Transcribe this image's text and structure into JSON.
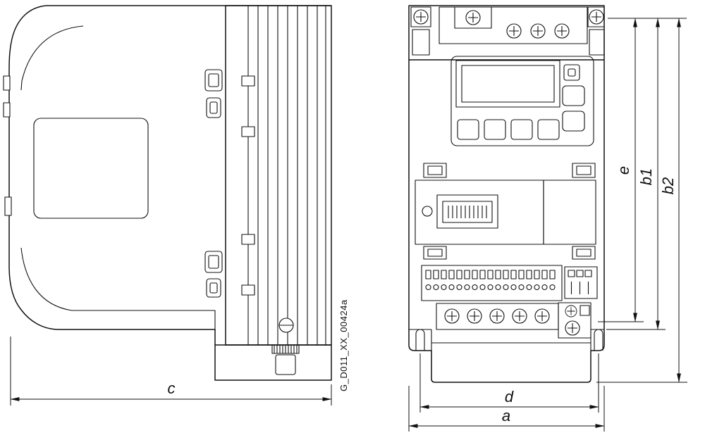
{
  "meta": {
    "background": "#ffffff",
    "ink": "#111111"
  },
  "drawing": {
    "code": "G_D011_XX_00424a",
    "dimensions": {
      "c": "c",
      "a": "a",
      "d": "d",
      "e": "e",
      "b1": "b1",
      "b2": "b2"
    }
  }
}
